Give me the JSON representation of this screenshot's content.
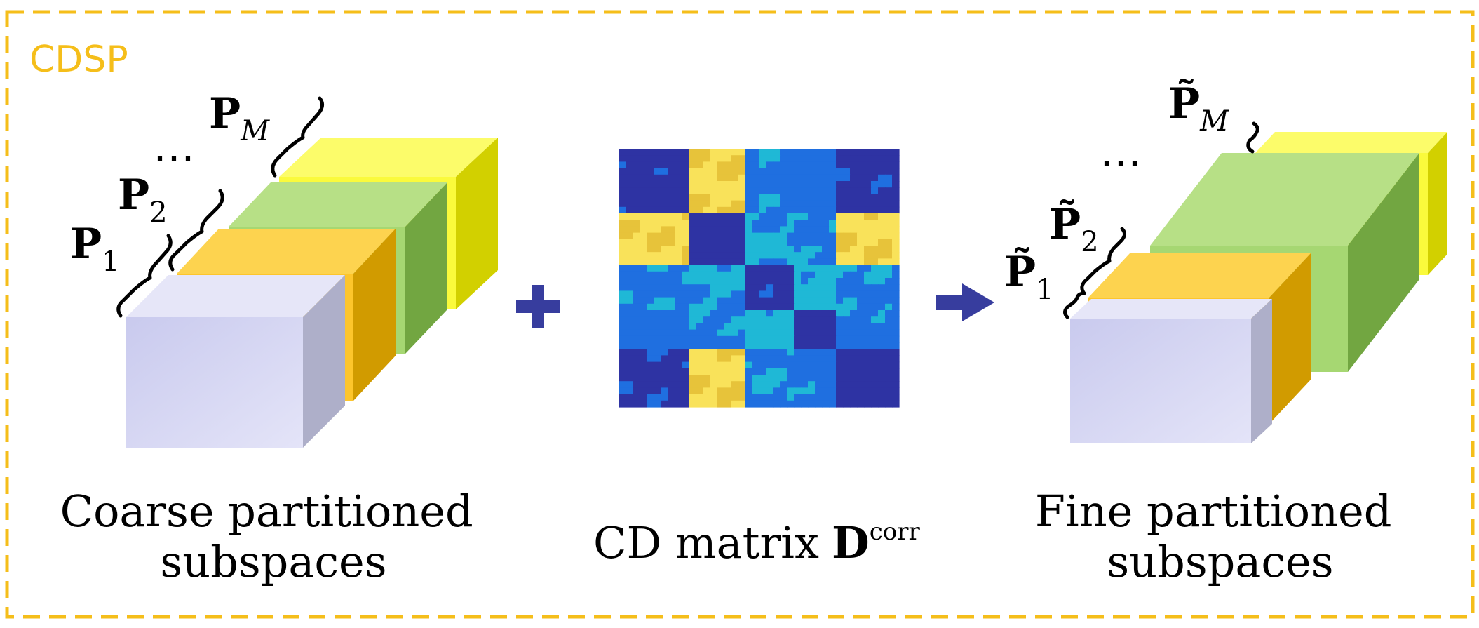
{
  "frame": {
    "title": "CDSP",
    "accent_color": "#F5BE1A"
  },
  "coarse": {
    "caption_line1": "Coarse partitioned",
    "caption_line2": "subspaces",
    "labels": [
      {
        "base": "P",
        "sub": "1"
      },
      {
        "base": "P",
        "sub": "2"
      },
      {
        "base": "P",
        "sub": "M"
      }
    ],
    "ellipsis": "⋯"
  },
  "operator_plus": "+",
  "cd_matrix": {
    "caption_text": "CD matrix",
    "symbol": "D",
    "superscript": "corr",
    "colormap": [
      "#2E33A3",
      "#1F6FE0",
      "#1FB8D6",
      "#7ACB86",
      "#E7C33A",
      "#F9E25A"
    ]
  },
  "arrow_color": "#373D9E",
  "fine": {
    "caption_line1": "Fine partitioned",
    "caption_line2": "subspaces",
    "labels": [
      {
        "base": "P̃",
        "sub": "1"
      },
      {
        "base": "P̃",
        "sub": "2"
      },
      {
        "base": "P̃",
        "sub": "M"
      }
    ],
    "ellipsis": "⋯"
  },
  "block_colors": {
    "blue_front": "#D2D3F2",
    "blue_side": "#AEAFC9",
    "blue_top": "#E6E6F8",
    "orange_front": "#FDC52C",
    "orange_side": "#D19B00",
    "orange_top": "#FDD34F",
    "green_front": "#A6D772",
    "green_side": "#72A641",
    "green_top": "#B7E086",
    "yellow_front": "#FAFA3C",
    "yellow_side": "#D2D000",
    "yellow_top": "#FCFC6A"
  }
}
